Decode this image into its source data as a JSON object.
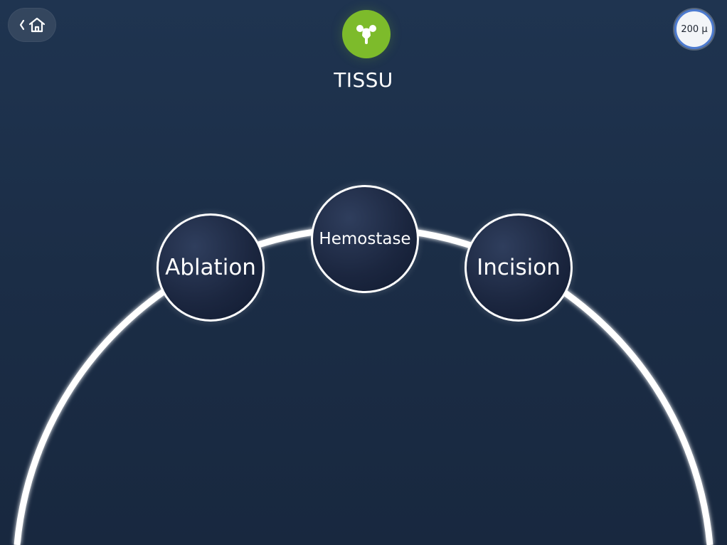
{
  "header": {
    "title": "TISSU",
    "back_home_icon": "chevron-left-home-icon",
    "tissue_icon": "uterus-icon",
    "power_value": "200 µ"
  },
  "modes": [
    {
      "label": "Ablation"
    },
    {
      "label": "Hemostase"
    },
    {
      "label": "Incision"
    }
  ],
  "colors": {
    "background_top": "#1f3450",
    "background_bottom": "#18283f",
    "accent_green": "#7dbb2b",
    "accent_blue": "#4d7bd0",
    "arc_white": "#ffffff"
  }
}
